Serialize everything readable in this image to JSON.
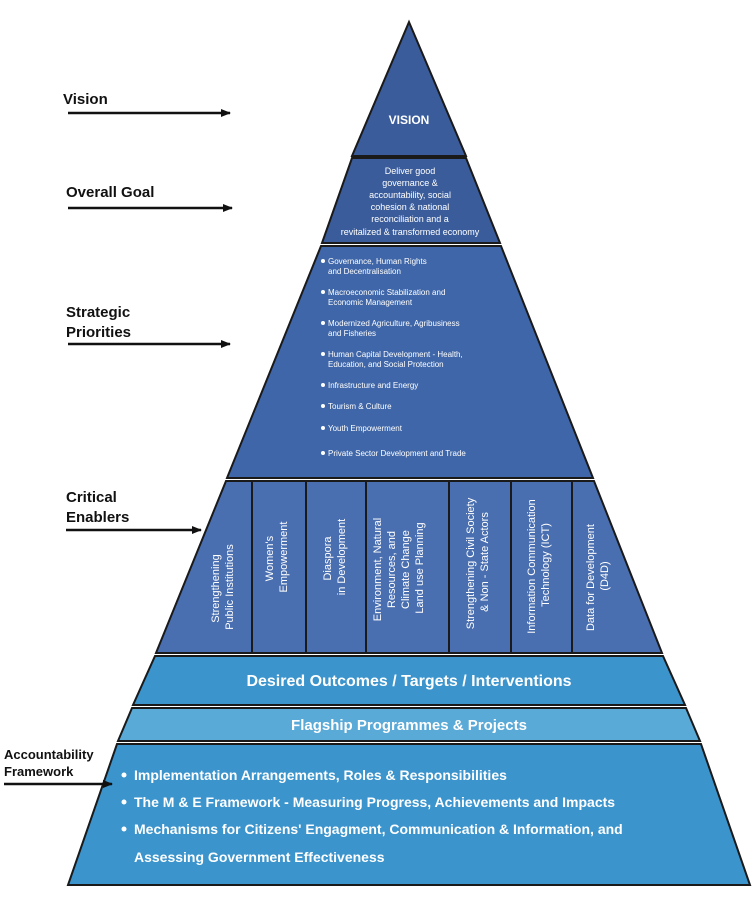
{
  "labels": {
    "vision": "Vision",
    "overall_goal": "Overall Goal",
    "strategic_1": "Strategic",
    "strategic_2": "Priorities",
    "critical_1": "Critical",
    "critical_2": "Enablers",
    "accountability_1": "Accountability",
    "accountability_2": "Framework"
  },
  "vision_text": "VISION",
  "goal_lines": [
    "Deliver good",
    "governance &",
    "accountability, social",
    "cohesion & national",
    "reconciliation and a",
    "revitalized & transformed economy"
  ],
  "priorities": [
    [
      "Governance, Human Rights",
      "and Decentralisation"
    ],
    [
      "Macroeconomic Stabilization and",
      "Economic Management"
    ],
    [
      "Modernized Agriculture, Agribusiness",
      "and Fisheries"
    ],
    [
      "Human Capital Development - Health,",
      "Education, and Social Protection"
    ],
    [
      "Infrastructure and Energy"
    ],
    [
      "Tourism & Culture"
    ],
    [
      "Youth Empowerment"
    ],
    [
      "Private Sector Development and Trade"
    ]
  ],
  "enablers": [
    [
      "Strengthening",
      "Public Institutions"
    ],
    [
      "Women's",
      "Empowerment"
    ],
    [
      "Diaspora",
      "in Development"
    ],
    [
      "Environment, Natural",
      "Resources, and",
      "Climate Change",
      "Land use Planning"
    ],
    [
      "Strengthening Civil Society",
      "& Non - State Actors"
    ],
    [
      "Information Communication",
      "Technology (ICT)"
    ],
    [
      "Data for Development",
      "(D4D)"
    ]
  ],
  "outcomes": "Desired Outcomes / Targets / Interventions",
  "flagship": "Flagship Programmes & Projects",
  "accountability_items": [
    [
      "Implementation Arrangements, Roles & Responsibilities"
    ],
    [
      "The M & E Framework - Measuring Progress, Achievements and Impacts"
    ],
    [
      "Mechanisms for Citizens' Engagment, Communication & Information, and",
      "Assessing Government Effectiveness"
    ]
  ],
  "colors": {
    "dark_blue": "#3a5c9b",
    "mid_blue": "#4a6fb0",
    "light_blue": "#3b94cc",
    "lighter_blue": "#5aaad8",
    "outline": "#1a1a1a"
  }
}
